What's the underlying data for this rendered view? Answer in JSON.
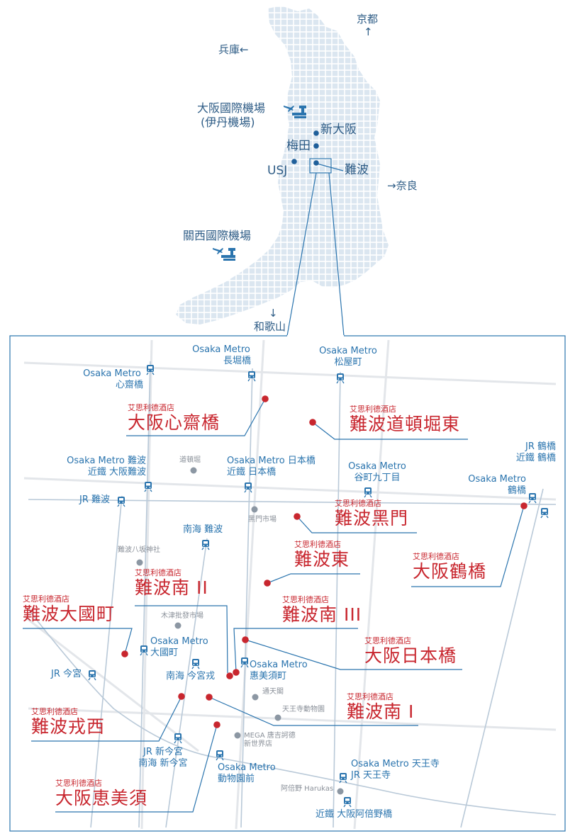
{
  "overview": {
    "directions": {
      "kyoto": "京都",
      "kyoto_arrow": "↑",
      "hyogo": "兵庫←",
      "nara": "→奈良",
      "wakayama_arrow": "↓",
      "wakayama": "和歌山"
    },
    "airports": {
      "itami_line1": "大阪國際機場",
      "itami_line2": "(伊丹機場)",
      "kansai": "關西國際機場"
    },
    "places": {
      "shin_osaka": "新大阪",
      "umeda": "梅田",
      "usj": "USJ",
      "namba": "難波"
    }
  },
  "stations": {
    "shinsaibashi": [
      "Osaka Metro",
      "心齋橋"
    ],
    "nagahoribashi": [
      "Osaka Metro",
      "長堀橋"
    ],
    "matsuyamachi": [
      "Osaka Metro",
      "松屋町"
    ],
    "namba": [
      "Osaka Metro 難波",
      "近鐵 大阪難波"
    ],
    "nipponbashi": [
      "Osaka Metro 日本橋",
      "近鐵 日本橋"
    ],
    "tanimachi": [
      "Osaka Metro",
      "谷町九丁目"
    ],
    "jr_tsuruhashi": [
      "JR 鶴橋",
      "近鐵 鶴橋"
    ],
    "metro_tsuruhashi": [
      "Osaka Metro",
      "鶴橋"
    ],
    "jr_namba": "JR 難波",
    "nankai_namba": "南海  難波",
    "daikokucho": [
      "Osaka Metro",
      "大國町"
    ],
    "jr_imamiya": "JR 今宮",
    "ebisucho": [
      "Osaka Metro",
      "惠美須町"
    ],
    "imamiyaebisu": "南海 今宮戎",
    "shinimamiya": [
      "JR 新今宮",
      "南海 新今宮"
    ],
    "dobutsuenmae": [
      "Osaka Metro",
      "動物園前"
    ],
    "tennoji": [
      "Osaka Metro 天王寺",
      "JR 天王寺"
    ],
    "abenobashi": "近鐵 大阪阿倍野橋"
  },
  "landmarks": {
    "dotonbori": "道頓堀",
    "kuromon": "黑門市場",
    "yasaka": "難波八坂神社",
    "kizu": "木津批發市場",
    "tsutenkaku": "通天閣",
    "zoo": "天王寺動物園",
    "mega": [
      "MEGA 唐吉訶德",
      "新世界店"
    ],
    "harukas": "阿倍野 Harukas"
  },
  "hotels": {
    "brand": "艾思利德酒店",
    "items": [
      {
        "name": "大阪心齋橋"
      },
      {
        "name": "難波道頓堀東"
      },
      {
        "name": "難波黑門"
      },
      {
        "name": "難波東"
      },
      {
        "name": "大阪鶴橋"
      },
      {
        "name": "難波南 II"
      },
      {
        "name": "難波大國町"
      },
      {
        "name": "難波南 III"
      },
      {
        "name": "大阪日本橋"
      },
      {
        "name": "難波南 I"
      },
      {
        "name": "難波戎西"
      },
      {
        "name": "大阪恵美須"
      }
    ]
  },
  "colors": {
    "accent_blue": "#1f6fa8",
    "hotel_red": "#c8262e",
    "landmark_grey": "#8c97a3",
    "map_land": "#dde8f2",
    "road": "#e3e6ea"
  }
}
